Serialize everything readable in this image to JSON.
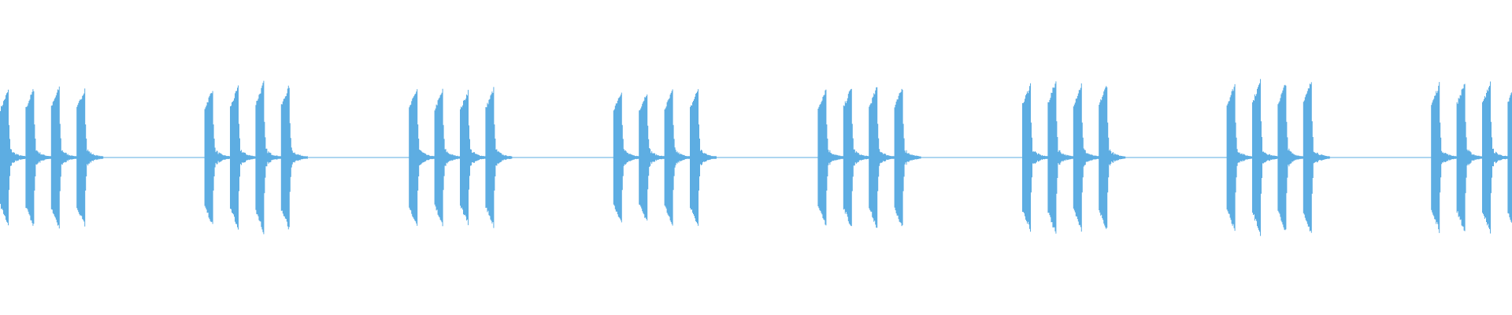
{
  "chart_data": {
    "type": "waveform",
    "title": "",
    "xlabel": "",
    "ylabel": "",
    "ylim": [
      -1,
      1
    ],
    "grid": false,
    "color": "#5dade2",
    "background": "#ffffff",
    "groups": 8,
    "hits_per_group": 4,
    "hit_peaks": [
      [
        0.88,
        0.9,
        0.92,
        0.9
      ],
      [
        0.9,
        0.92,
        0.98,
        0.94
      ],
      [
        0.9,
        0.88,
        0.87,
        0.9
      ],
      [
        0.88,
        0.86,
        0.88,
        0.9
      ],
      [
        0.9,
        0.92,
        0.92,
        0.92
      ],
      [
        0.96,
        1.0,
        0.96,
        0.96
      ],
      [
        0.96,
        1.0,
        0.98,
        1.0
      ],
      [
        0.96,
        0.98,
        0.98,
        1.0
      ]
    ]
  }
}
